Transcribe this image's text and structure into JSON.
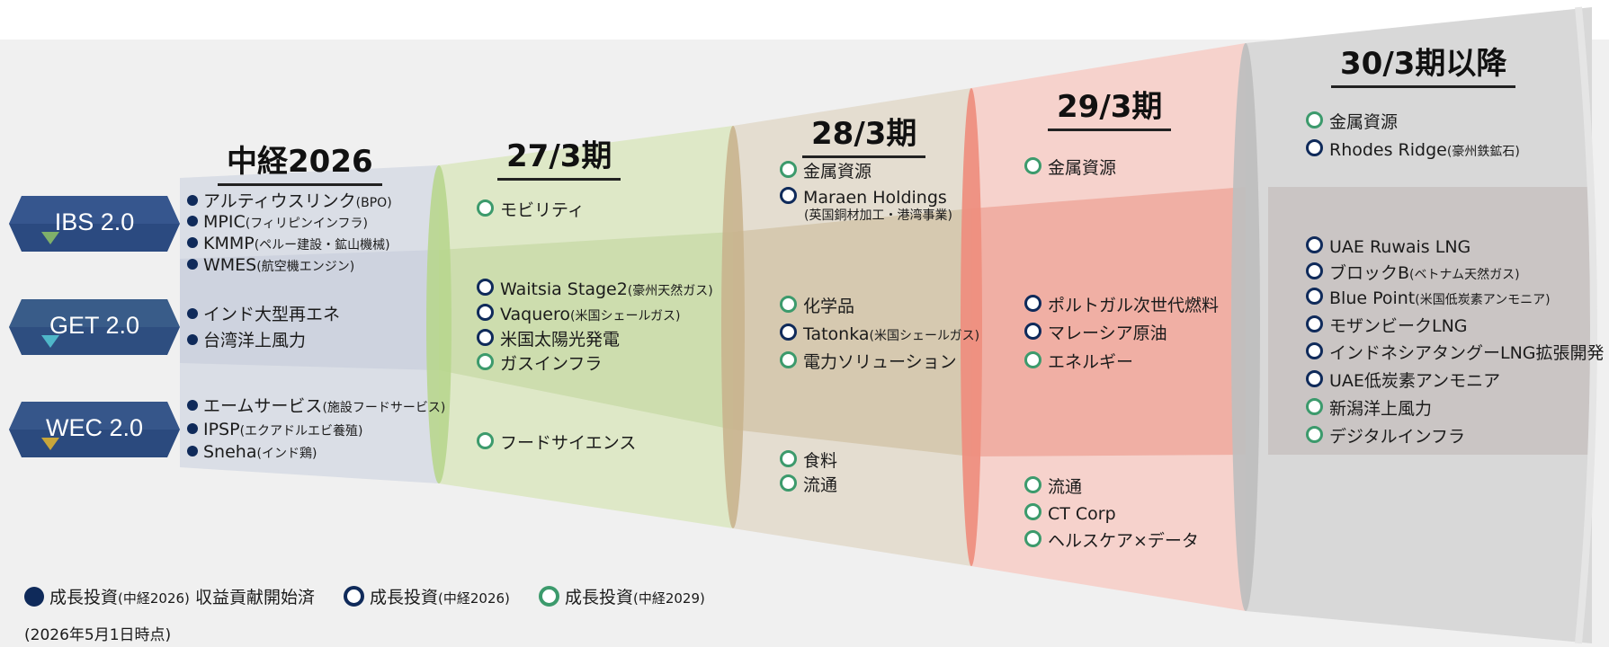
{
  "periods": {
    "p2026": "中経2026",
    "p27": "27/3期",
    "p28": "28/3期",
    "p29": "29/3期",
    "p30": "30/3期以降"
  },
  "badges": {
    "ibs": "IBS 2.0",
    "get": "GET 2.0",
    "wec": "WEC 2.0"
  },
  "ibs_items": [
    {
      "name": "アルティウスリンク",
      "note": "(BPO)"
    },
    {
      "name": "MPIC",
      "note": "(フィリピンインフラ)"
    },
    {
      "name": "KMMP",
      "note": "(ペルー建設・鉱山機械)"
    },
    {
      "name": "WMES",
      "note": "(航空機エンジン)"
    }
  ],
  "get_items": [
    {
      "name": "インド大型再エネ",
      "note": ""
    },
    {
      "name": "台湾洋上風力",
      "note": ""
    }
  ],
  "wec_items": [
    {
      "name": "エームサービス",
      "note": "(施設フードサービス)"
    },
    {
      "name": "IPSP",
      "note": "(エクアドルエビ養殖)"
    },
    {
      "name": "Sneha",
      "note": "(インド鶏)"
    }
  ],
  "p27_items": [
    {
      "name": "モビリティ",
      "note": ""
    },
    {
      "name": "Waitsia Stage2",
      "note": "(豪州天然ガス)"
    },
    {
      "name": "Vaquero",
      "note": "(米国シェールガス)"
    },
    {
      "name": "米国太陽光発電",
      "note": ""
    },
    {
      "name": "ガスインフラ",
      "note": ""
    },
    {
      "name": "フードサイエンス",
      "note": ""
    }
  ],
  "p28_items": [
    {
      "name": "金属資源",
      "note": ""
    },
    {
      "name": "Maraen Holdings",
      "note": "(英国銅材加工・港湾事業)"
    },
    {
      "name": "化学品",
      "note": ""
    },
    {
      "name": "Tatonka",
      "note": "(米国シェールガス)"
    },
    {
      "name": "電力ソリューション",
      "note": ""
    },
    {
      "name": "食料",
      "note": ""
    },
    {
      "name": "流通",
      "note": ""
    }
  ],
  "p29_items": [
    {
      "name": "金属資源",
      "note": ""
    },
    {
      "name": "ポルトガル次世代燃料",
      "note": ""
    },
    {
      "name": "マレーシア原油",
      "note": ""
    },
    {
      "name": "エネルギー",
      "note": ""
    },
    {
      "name": "流通",
      "note": ""
    },
    {
      "name": "CT Corp",
      "note": ""
    },
    {
      "name": "ヘルスケア×データ",
      "note": ""
    }
  ],
  "p30_items": [
    {
      "name": "金属資源",
      "note": ""
    },
    {
      "name": "Rhodes Ridge",
      "note": "(豪州鉄鉱石)"
    },
    {
      "name": "UAE Ruwais LNG",
      "note": ""
    },
    {
      "name": "ブロックB",
      "note": "(ベトナム天然ガス)"
    },
    {
      "name": "Blue Point",
      "note": "(米国低炭素アンモニア)"
    },
    {
      "name": "モザンビークLNG",
      "note": ""
    },
    {
      "name": "インドネシアタングーLNG拡張開発",
      "note": ""
    },
    {
      "name": "UAE低炭素アンモニア",
      "note": ""
    },
    {
      "name": "新潟洋上風力",
      "note": ""
    },
    {
      "name": "デジタルインフラ",
      "note": ""
    }
  ],
  "legend": {
    "filled_label": "成長投資",
    "filled_note": "(中経2026)",
    "filled_suffix": "収益貢献開始済",
    "navy_ring_label": "成長投資",
    "navy_ring_note": "(中経2026)",
    "green_ring_label": "成長投資",
    "green_ring_note": "(中経2029)"
  },
  "as_of": "(2026年5月1日時点)",
  "colors": {
    "navy": "#0f2a5a",
    "green": "#3c9a6c",
    "segment_green": "#c7dba0",
    "segment_tan": "#d6c8b0",
    "segment_salmon": "#f0a59a",
    "segment_grey": "#c4c4c4"
  }
}
